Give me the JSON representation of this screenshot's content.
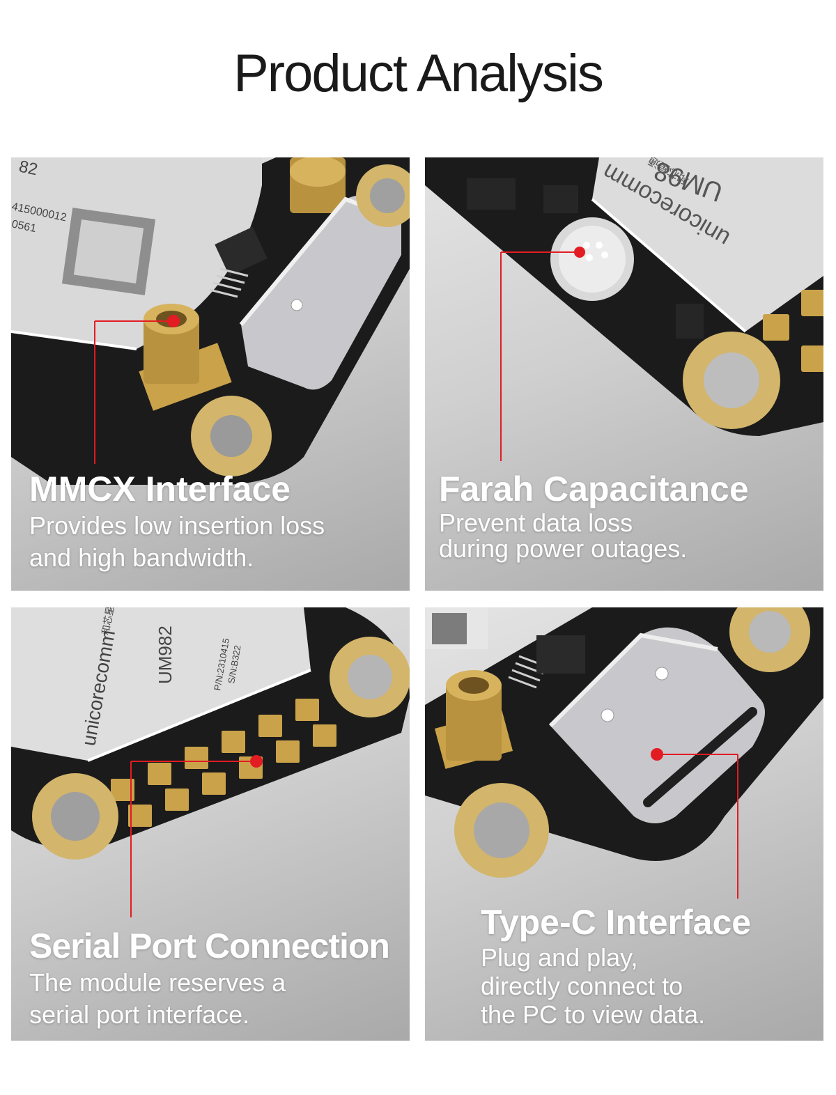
{
  "title": "Product Analysis",
  "colors": {
    "callout": "#e31b23",
    "pcb": "#1b1b1b",
    "gold": "#c9a24a",
    "module": "#d8d8d8"
  },
  "panels": [
    {
      "heading": "MMCX Interface",
      "desc": [
        "Provides low insertion loss",
        "and high bandwidth."
      ],
      "module_text": [
        "82",
        "415000012",
        "0561"
      ]
    },
    {
      "heading": "Farah Capacitance",
      "desc": [
        "Prevent data loss",
        "during power outages."
      ],
      "module_text": [
        "UM98",
        "unicorecomm",
        "和芯星通"
      ]
    },
    {
      "heading": "Serial Port Connection",
      "desc": [
        "The module reserves a",
        "serial port interface."
      ],
      "module_text": [
        "UM982",
        "unicorecomm",
        "和芯星通",
        "S/N:B322",
        "P/N:2310415"
      ]
    },
    {
      "heading": "Type-C Interface",
      "desc": [
        "Plug and play,",
        "directly connect to",
        "the PC to view data."
      ],
      "module_text": []
    }
  ]
}
